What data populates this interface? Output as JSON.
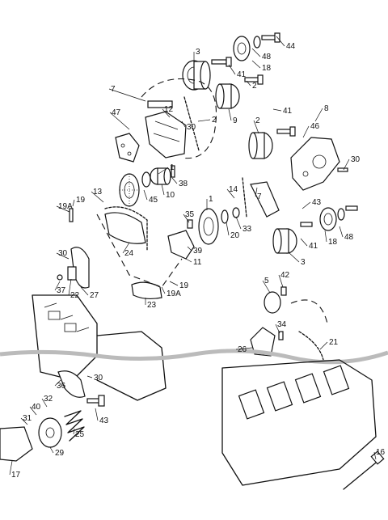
{
  "diagram": {
    "callouts": [
      "44",
      "48",
      "18",
      "3",
      "41",
      "2",
      "9",
      "7",
      "12",
      "30",
      "2",
      "47",
      "41",
      "8",
      "2",
      "46",
      "30",
      "1",
      "38",
      "10",
      "45",
      "13",
      "19",
      "19A",
      "14",
      "7",
      "1",
      "35",
      "20",
      "33",
      "39",
      "11",
      "43",
      "48",
      "18",
      "24",
      "41",
      "3",
      "30",
      "22",
      "37",
      "27",
      "5",
      "42",
      "19",
      "19A",
      "23",
      "34",
      "21",
      "26",
      "36",
      "30",
      "40",
      "32",
      "31",
      "43",
      "25",
      "29",
      "17",
      "16"
    ]
  }
}
